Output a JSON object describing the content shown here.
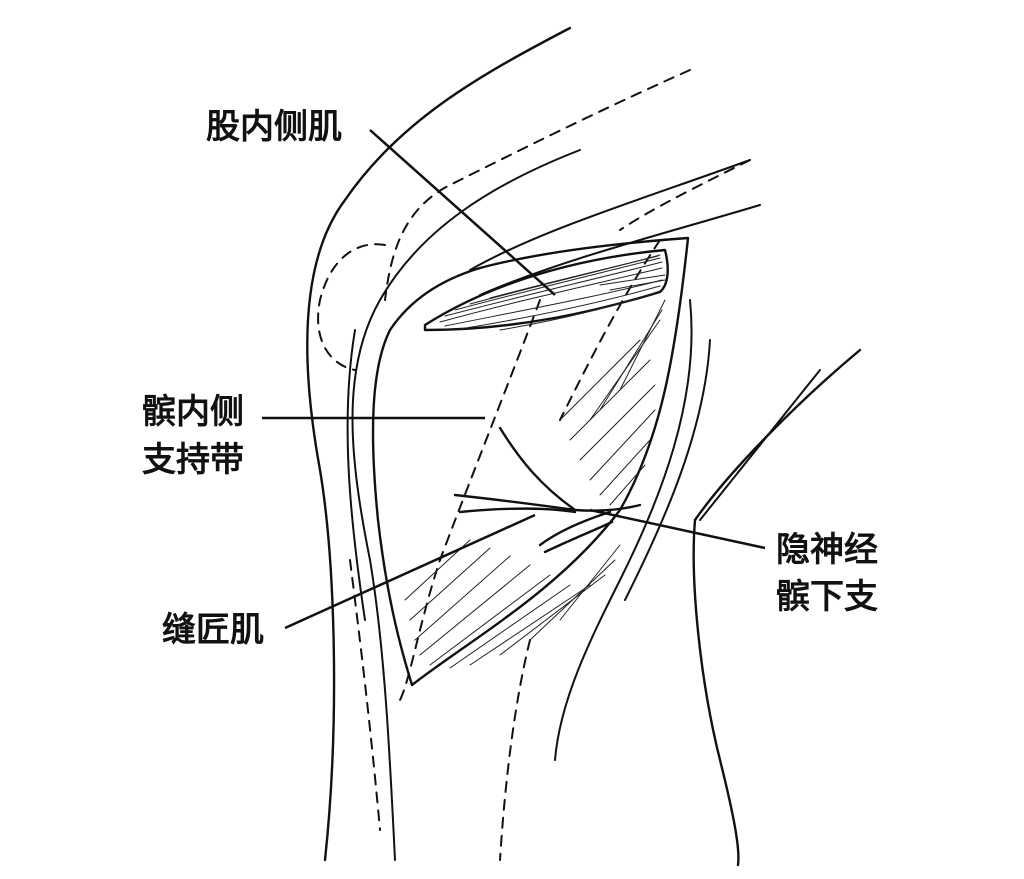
{
  "labels": {
    "vastus_medialis": "股内侧肌",
    "medial_retinaculum_line1": "髌内侧",
    "medial_retinaculum_line2": "支持带",
    "sartorius": "缝匠肌",
    "saphenous_line1": "隐神经",
    "saphenous_line2": "髌下支"
  },
  "colors": {
    "ink": "#111111",
    "paper": "#ffffff"
  }
}
